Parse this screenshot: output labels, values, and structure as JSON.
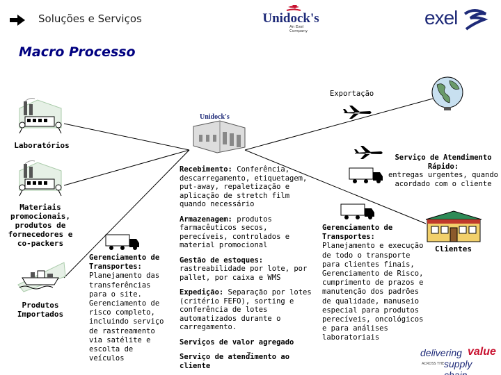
{
  "header": {
    "section": "Soluções e Serviços",
    "title": "Macro Processo",
    "logo_unidocks": "Unidock's",
    "logo_unidocks_tag": "An Exel Company",
    "logo_exel": "exel"
  },
  "sources": {
    "laboratorios": "Laboratórios",
    "materiais": "Materiais promocionais, produtos de fornecedores e co-packers",
    "importados": "Produtos Importados"
  },
  "warehouse": {
    "logo": "Unidock's",
    "recebimento_title": "Recebimento:",
    "recebimento_text": "Conferência, descarregamento, etiquetagem, put-away, repaletização e aplicação de stretch film quando necessário",
    "armazenagem_title": "Armazenagem:",
    "armazenagem_text": "produtos farmacêuticos secos, perecíveis, controlados e material promocional",
    "estoques_title": "Gestão de estoques:",
    "estoques_text": "rastreabilidade por lote, por pallet, por caixa e WMS",
    "expedicao_title": "Expedição:",
    "expedicao_text": "Separação por lotes (critério FEFO), sorting e conferência de lotes automatizados durante o carregamento.",
    "valor_agregado": "Serviços de valor agregado",
    "atendimento_cliente": "Serviço de atendimento ao cliente"
  },
  "inbound_transport": {
    "title": "Gerenciamento de Transportes:",
    "text": "Planejamento das transferências para o site. Gerenciamento de risco completo, incluindo serviço de rastreamento via satélite e escolta de veículos"
  },
  "outbound_transport": {
    "title": "Gerenciamento de Transportes:",
    "text": "Planejamento e execução de todo o transporte para clientes finais, Gerenciamento de Risco, cumprimento de prazos e manutenção dos padrões de qualidade, manuseio especial para produtos perecíveis, oncológicos e para análises laboratoriais"
  },
  "rapid_service": {
    "title": "Serviço de Atendimento Rápido:",
    "text": "entregas urgentes, quando acordado com o cliente"
  },
  "export_label": "Exportação",
  "clients_label": "Clientes",
  "footer": {
    "tagline_1": "delivering",
    "tagline_value": "value",
    "tagline_across": "ACROSS THE",
    "tagline_2": "supply chain",
    "page_number": "7"
  }
}
